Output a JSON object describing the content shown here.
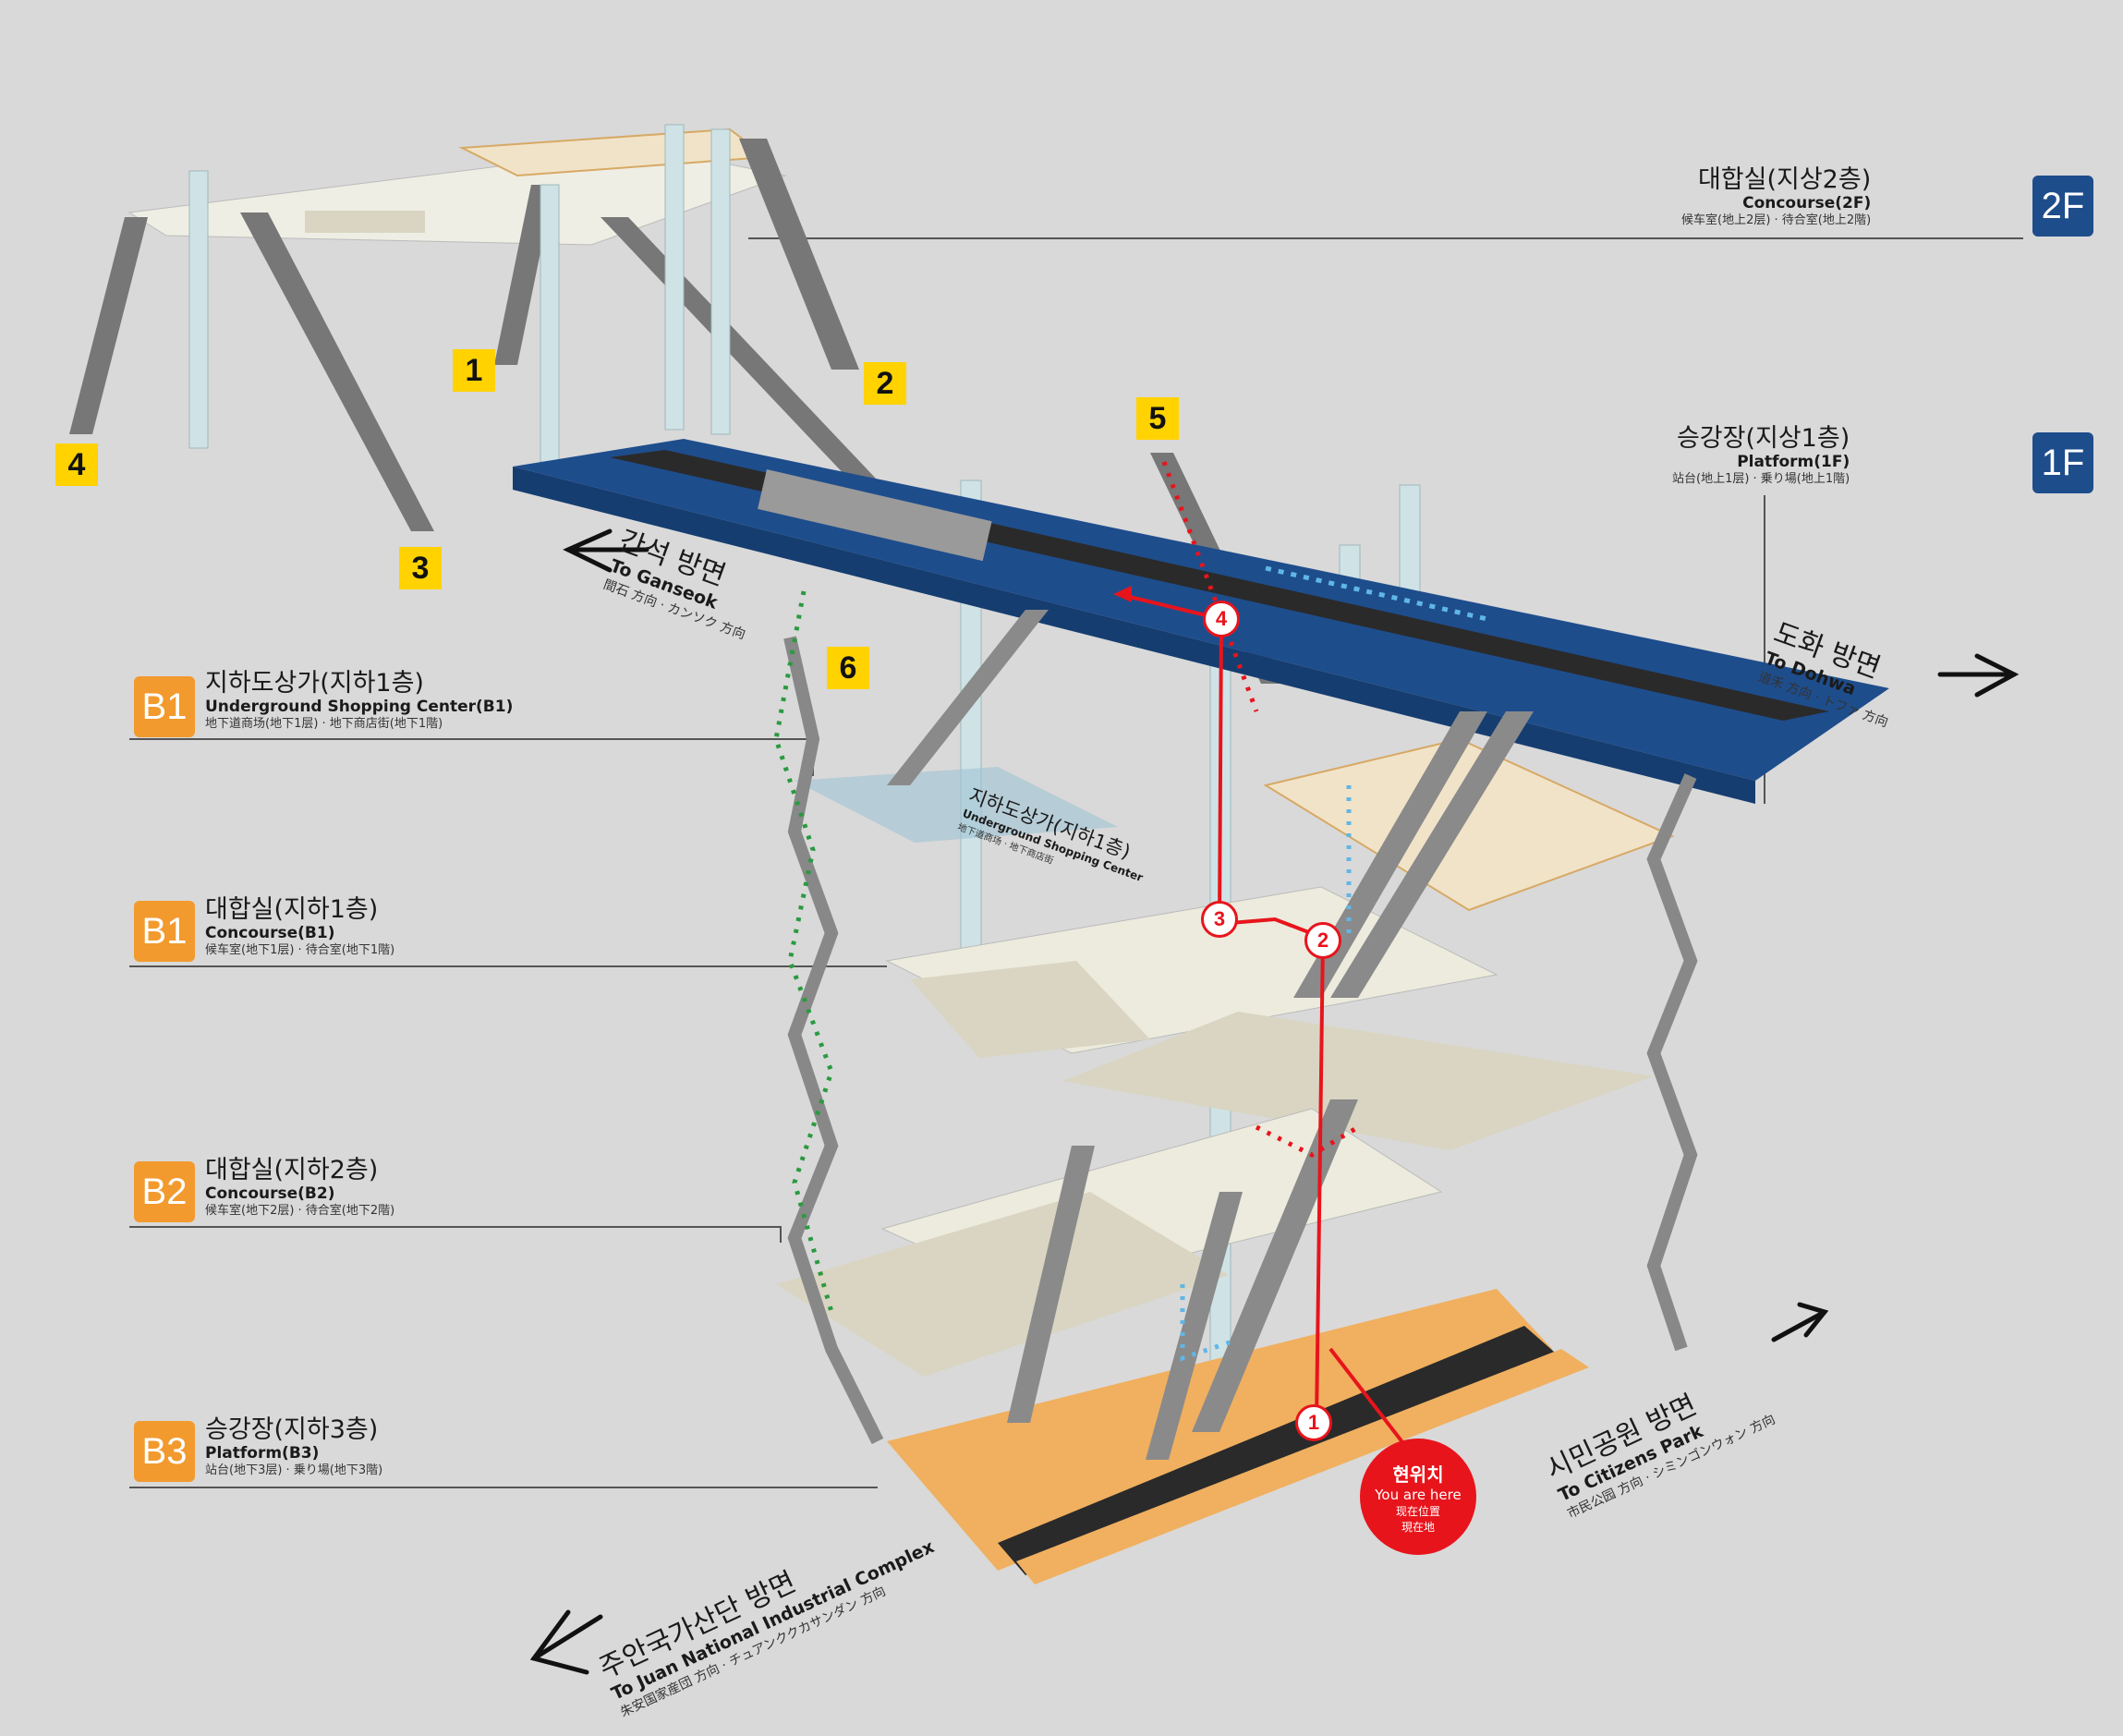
{
  "levels": {
    "f2": {
      "kr": "대합실(지상2층)",
      "en": "Concourse(2F)",
      "cn": "候车室(地上2层) · 待合室(地上2階)",
      "badge": "2F"
    },
    "f1": {
      "kr": "승강장(지상1층)",
      "en": "Platform(1F)",
      "cn": "站台(地上1层) · 乗り場(地上1階)",
      "badge": "1F"
    },
    "b1_shop": {
      "kr": "지하도상가(지하1층)",
      "en": "Underground Shopping Center(B1)",
      "cn": "地下道商场(地下1层) · 地下商店街(地下1階)",
      "badge": "B1"
    },
    "b1": {
      "kr": "대합실(지하1층)",
      "en": "Concourse(B1)",
      "cn": "候车室(地下1层) · 待合室(地下1階)",
      "badge": "B1"
    },
    "b2": {
      "kr": "대합실(지하2층)",
      "en": "Concourse(B2)",
      "cn": "候车室(地下2层) · 待合室(地下2階)",
      "badge": "B2"
    },
    "b3": {
      "kr": "승강장(지하3층)",
      "en": "Platform(B3)",
      "cn": "站台(地下3层) · 乗り場(地下3階)",
      "badge": "B3"
    }
  },
  "directions": {
    "ganseok": {
      "kr": "간석 방면",
      "en": "To Ganseok",
      "cn": "間石 方向 · カンソク 方向"
    },
    "dohwa": {
      "kr": "도화 방면",
      "en": "To Dohwa",
      "cn": "道禾 方向 · トファ 方向"
    },
    "citizens": {
      "kr": "시민공원 방면",
      "en": "To Citizens Park",
      "cn": "市民公园 方向 · シミンゴンウォン 方向"
    },
    "juan": {
      "kr": "주안국가산단 방면",
      "en": "To Juan National Industrial Complex",
      "cn": "朱安国家産団 方向 · チュアンククカサンダン 方向"
    }
  },
  "shopping_label": {
    "kr": "지하도상가(지하1층)",
    "en": "Underground Shopping Center",
    "cn": "地下道商场 · 地下商店街"
  },
  "exits": [
    "1",
    "2",
    "3",
    "4",
    "5",
    "6"
  ],
  "route_steps": [
    "1",
    "2",
    "3",
    "4"
  ],
  "you_are_here": {
    "kr": "현위치",
    "en": "You are here",
    "cn1": "现在位置",
    "cn2": "現在地"
  },
  "colors": {
    "platform_1f": "#1e4d8c",
    "platform_b3": "#f0b060",
    "route": "#e8141c",
    "exit_badge": "#ffd200",
    "level_badge": "#f29a2e"
  }
}
